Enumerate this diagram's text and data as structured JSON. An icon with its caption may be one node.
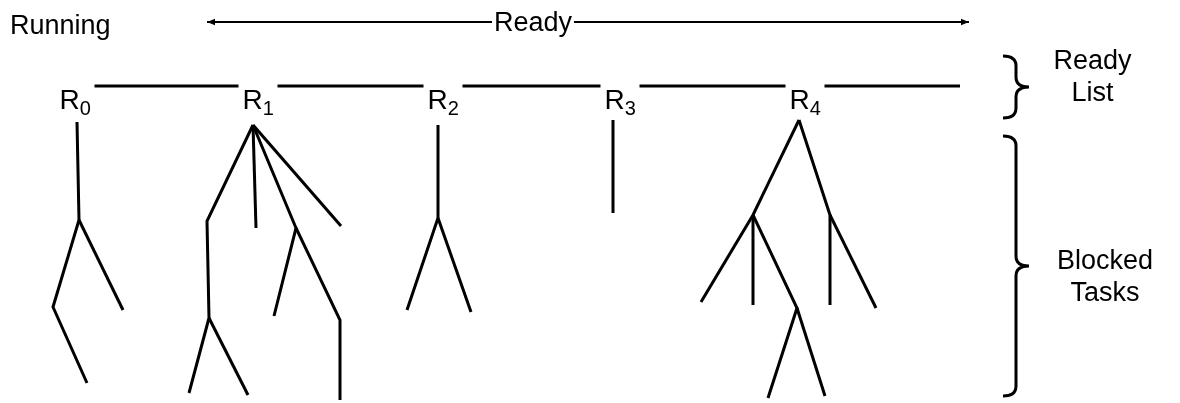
{
  "diagram": {
    "nodes": [
      {
        "text": [
          "R$_{0}$"
        ]
      },
      {
        "text": [
          "R$_{1}$"
        ]
      },
      {
        "text": [
          "R$_{2}$"
        ]
      },
      {
        "text": [
          "R$_{3}$"
        ]
      },
      {
        "text": [
          "R$_{4}$"
        ]
      }
    ],
    "edges": [
      {
        "from": 0,
        "to": 1,
        "arrow": "none"
      },
      {
        "from": 1,
        "to": 2,
        "arrow": "none"
      },
      {
        "from": 2,
        "to": 3,
        "arrow": "none"
      },
      {
        "from": 3,
        "to": 4,
        "arrow": "none"
      },
      {
        "from": 4,
        "to": null,
        "arrow": "none"
      }
    ],
    "labels": [
      "Running",
      "Ready",
      "Ready List",
      "Blocked Tasks"
    ]
  }
}
